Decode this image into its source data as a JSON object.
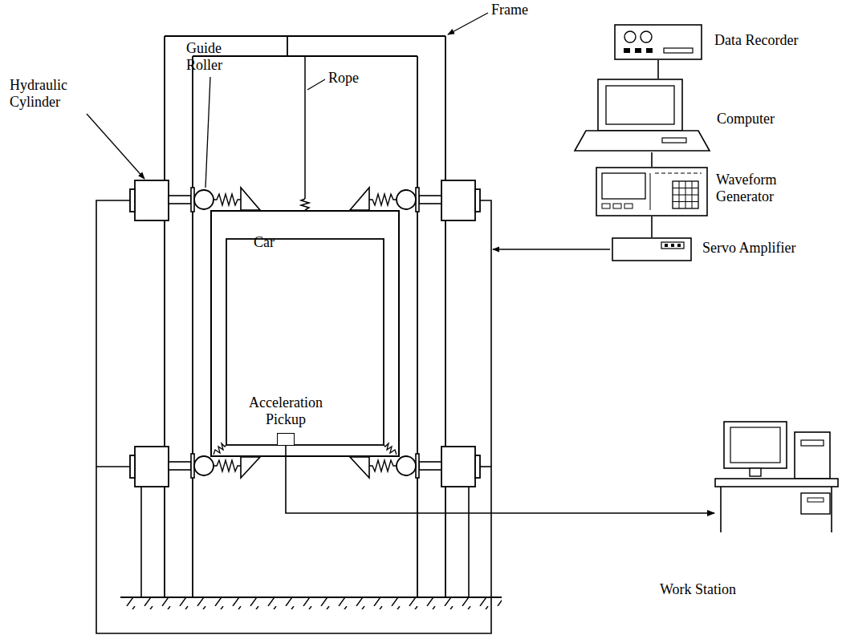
{
  "diagram": {
    "nodes": [
      {
        "text": [
          "Car"
        ]
      },
      {
        "text": [
          "Acceleration Pickup"
        ],
        "in": 0
      },
      {
        "text": [
          "Data Recorder"
        ]
      },
      {
        "text": [
          "Computer"
        ]
      },
      {
        "text": [
          "Waveform Generator"
        ]
      },
      {
        "text": [
          "Servo Amplifier"
        ]
      },
      {
        "text": [
          "Work Station"
        ]
      }
    ],
    "edges": [
      {
        "from": 2,
        "to": 3,
        "arrow": "none"
      },
      {
        "from": 3,
        "to": 4,
        "arrow": "none"
      },
      {
        "from": 4,
        "to": 5,
        "arrow": "none"
      },
      {
        "from": 1,
        "to": 6,
        "arrow": "to"
      }
    ],
    "labels": [
      "Frame",
      "Hydraulic Cylinder",
      "Guide Roller",
      "Rope"
    ]
  }
}
